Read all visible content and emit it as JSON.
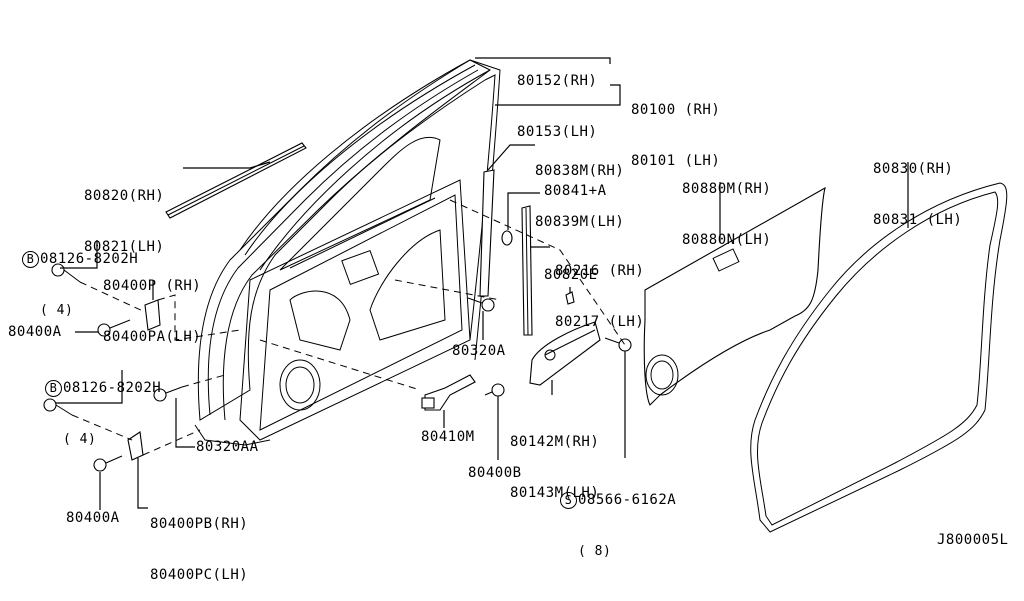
{
  "diagram": {
    "title": "Front Door Panel & Fitting",
    "reference_code": "J800005L",
    "callouts": {
      "sash_seal": [
        "80152(RH)",
        "80153(LH)"
      ],
      "door_shell": [
        "80100 (RH)",
        "80101 (LH)"
      ],
      "outer_molding": [
        "80820(RH)",
        "80821(LH)"
      ],
      "bolt_upper": {
        "symbol": "B",
        "part": "08126-8202H",
        "qty": "( 4)"
      },
      "upper_hinge": [
        "80400P (RH)",
        "80400PA(LH)"
      ],
      "hinge_bolt_upper": "80400A",
      "bolt_lower": {
        "symbol": "B",
        "part": "08126-8202H",
        "qty": "( 4)"
      },
      "hinge_pin_bolt": "80320AA",
      "lower_hinge": [
        "80400PB(RH)",
        "80400PC(LH)"
      ],
      "hinge_bolt_lower": "80400A",
      "sash_molding": [
        "80838M(RH)",
        "80839M(LH)"
      ],
      "grommet": "80841+A",
      "rear_sash": [
        "80216 (RH)",
        "80217 (LH)"
      ],
      "clip": "80820E",
      "pin_bolt": "80320A",
      "door_check": "80410M",
      "check_bolt": "80400B",
      "reinforcement": [
        "80142M(RH)",
        "80143M(LH)"
      ],
      "screw": {
        "symbol": "S",
        "part": "08566-6162A",
        "qty": "( 8)"
      },
      "sealing_screen": [
        "80880M(RH)",
        "80880N(LH)"
      ],
      "weatherstrip": [
        "80830(RH)",
        "80831 (LH)"
      ]
    }
  }
}
